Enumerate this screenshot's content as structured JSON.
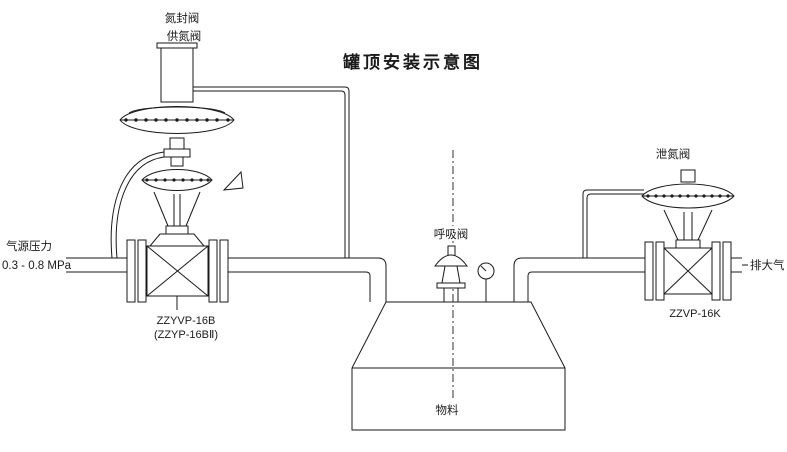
{
  "title": "罐顶安装示意图",
  "colors": {
    "line": "#1a1a1a",
    "background": "#ffffff"
  },
  "left_valve": {
    "top_label_1": "氮封阀",
    "top_label_2": "供氮阀",
    "model_line_1": "ZZYVP-16B",
    "model_line_2": "(ZZYP-16BⅡ)"
  },
  "inlet": {
    "label_line_1": "气源压力",
    "label_line_2": "0.3 - 0.8 MPa"
  },
  "tank": {
    "breathing_valve_label": "呼吸阀",
    "material_label": "物料"
  },
  "right_valve": {
    "top_label": "泄氮阀",
    "model": "ZZVP-16K"
  },
  "outlet": {
    "label": "排大气"
  }
}
